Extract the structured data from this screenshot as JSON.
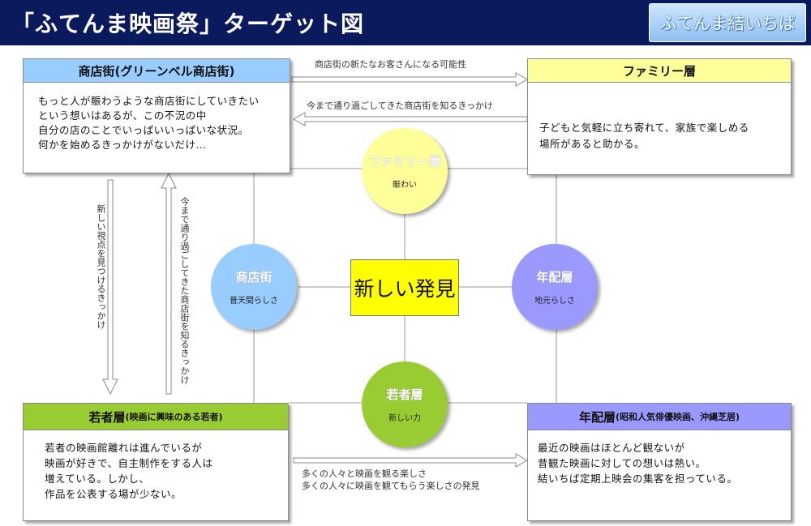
{
  "header": {
    "title": "「ふてんま映画祭」ターゲット図",
    "logo_text": "ふてんま結いちば"
  },
  "boxes": {
    "shotengai": {
      "title": "商店街(グリーンベル商店街)",
      "body": "もっと人が賑わうような商店街にしていきたい\nという想いはあるが、この不況の中\n自分の店のことでいっぱいいっぱいな状況。\n何かを始めるきっかけがないだけ…"
    },
    "family": {
      "title": "ファミリー層",
      "body": "子どもと気軽に立ち寄れて、家族で楽しめる\n場所があると助かる。"
    },
    "youth": {
      "title": "若者層",
      "title_note": "(映画に興味のある若者)",
      "body": "若者の映画館離れは進んでいるが\n映画が好きで、自主制作をする人は\n増えている。しかし、\n作品を公表する場が少ない。"
    },
    "elder": {
      "title": "年配層",
      "title_note": "(昭和人気俳優映画、沖縄芝居)",
      "body": "最近の映画はほとんど観ないが\n昔観た映画に対しての想いは熱い。\n結いちば定期上映会の集客を担っている。"
    }
  },
  "circles": {
    "family": {
      "title": "ファミリー層",
      "sub": "賑わい",
      "color": "#ffff99"
    },
    "shotengai": {
      "title": "商店街",
      "sub": "普天間らしさ",
      "color": "#99ccff"
    },
    "elder": {
      "title": "年配層",
      "sub": "地元らしさ",
      "color": "#9999ff"
    },
    "youth": {
      "title": "若者層",
      "sub": "新しい力",
      "color": "#99cc33"
    }
  },
  "center": {
    "label": "新しい発見"
  },
  "arrows": {
    "top_right": "商店街の新たなお客さんになる可能性",
    "top_left": "今まで通り過ごしてきた商店街を知るきっかけ",
    "left_down": "新しい視点を見つけるきっかけ",
    "left_up": "今まで通り過ごしてきた商店街を知るきっかけ",
    "bottom_line1": "多くの人々と映画を観る楽しさ",
    "bottom_line2": "多くの人々に映画を観てもらう楽しさの発見"
  },
  "colors": {
    "header_bg": "#0b1a5c",
    "shotengai_head": "#99ccff",
    "family_head": "#ffff99",
    "youth_head": "#99cc33",
    "elder_head": "#9999ff",
    "center_bg": "#ffff00"
  }
}
